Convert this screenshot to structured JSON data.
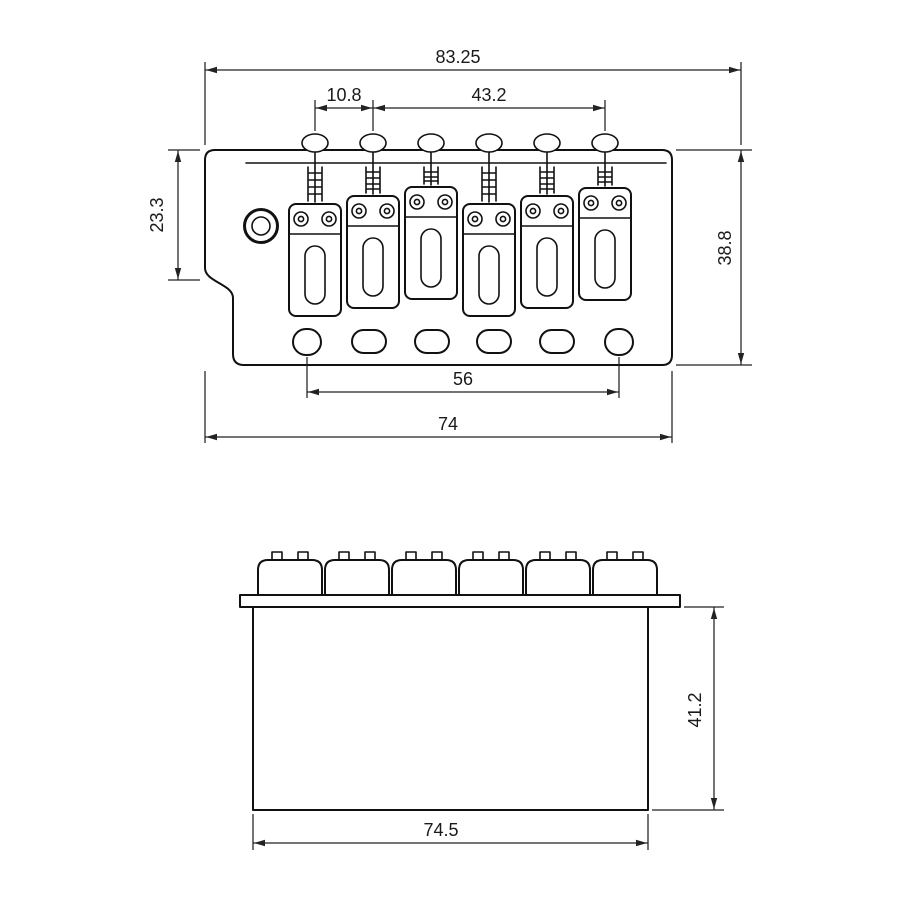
{
  "drawing": {
    "top_view": {
      "overall_width": "83.25",
      "screw_pitch": "10.8",
      "screw_span": "43.2",
      "left_depth": "23.3",
      "plate_depth": "38.8",
      "string_hole_span": "56",
      "plate_width": "74"
    },
    "side_view": {
      "block_height": "41.2",
      "block_width": "74.5"
    }
  }
}
